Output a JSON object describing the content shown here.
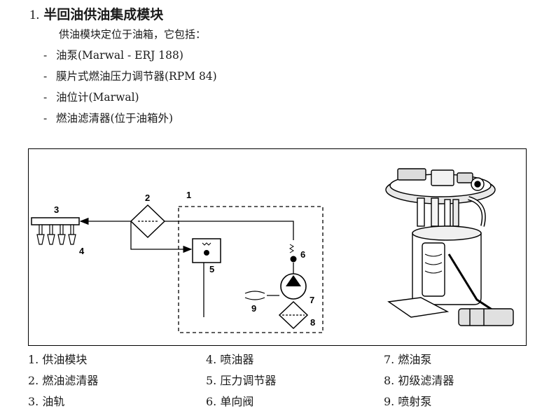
{
  "heading": {
    "number": "1.",
    "text": "半回油供油集成模块"
  },
  "intro": "供油模块定位于油箱，它包括：",
  "bullets": [
    "油泵(Marwal - ERJ 188)",
    "膜片式燃油压力调节器(RPM 84)",
    "油位计(Marwal)",
    "燃油滤清器(位于油箱外)"
  ],
  "diagram_labels": {
    "module": "1",
    "filter": "2",
    "rail": "3",
    "injectors": "4",
    "regulator": "5",
    "check_valve": "6",
    "pump": "7",
    "pre_filter": "8",
    "jet_pump": "9"
  },
  "legend": [
    {
      "num": "1.",
      "text": "供油模块"
    },
    {
      "num": "2.",
      "text": "燃油滤清器"
    },
    {
      "num": "3.",
      "text": "油轨"
    },
    {
      "num": "4.",
      "text": "喷油器"
    },
    {
      "num": "5.",
      "text": "压力调节器"
    },
    {
      "num": "6.",
      "text": "单向阀"
    },
    {
      "num": "7.",
      "text": "燃油泵"
    },
    {
      "num": "8.",
      "text": "初级滤清器"
    },
    {
      "num": "9.",
      "text": "喷射泵"
    }
  ]
}
